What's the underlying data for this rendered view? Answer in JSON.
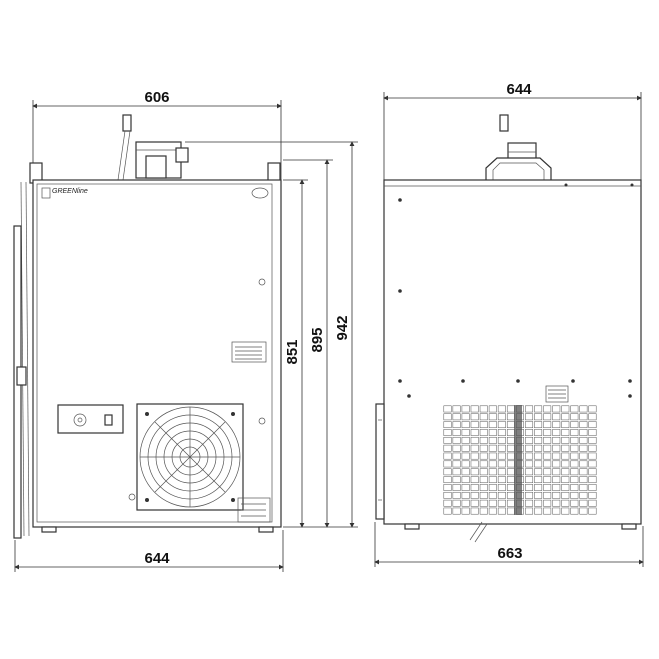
{
  "dimensions": {
    "front_top_width": "606",
    "front_bottom_width": "644",
    "front_height_1": "851",
    "front_height_2": "895",
    "front_height_3": "942",
    "side_top_width": "644",
    "side_bottom_width": "663"
  },
  "front_panel": {
    "brand_text": "GREENline"
  },
  "colors": {
    "line": "#333333",
    "background": "#ffffff",
    "fill_dark": "#555555"
  }
}
